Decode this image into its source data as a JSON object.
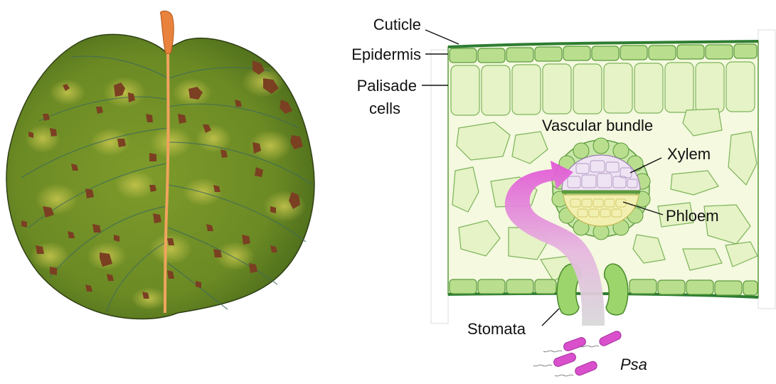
{
  "labels": {
    "cuticle": "Cuticle",
    "epidermis": "Epidermis",
    "palisade_line1": "Palisade",
    "palisade_line2": "cells",
    "vascular_bundle": "Vascular bundle",
    "xylem": "Xylem",
    "phloem": "Phloem",
    "stomata": "Stomata",
    "pathogen": "Psa"
  },
  "colors": {
    "leaf_green": "#6b8e23",
    "leaf_dark": "#3f5a16",
    "lesion_brown": "#7b3f22",
    "halo_yellow": "#c8c84a",
    "midrib_orange": "#e8823c",
    "cell_green": "#b9df8e",
    "cell_light": "#e6f3c6",
    "outline_green": "#6aae4a",
    "xylem_purple": "#efe4f3",
    "phloem_yellow": "#f2f0b0",
    "arrow_magenta": "#e255d6",
    "bacteria_magenta": "#d94fcc"
  }
}
